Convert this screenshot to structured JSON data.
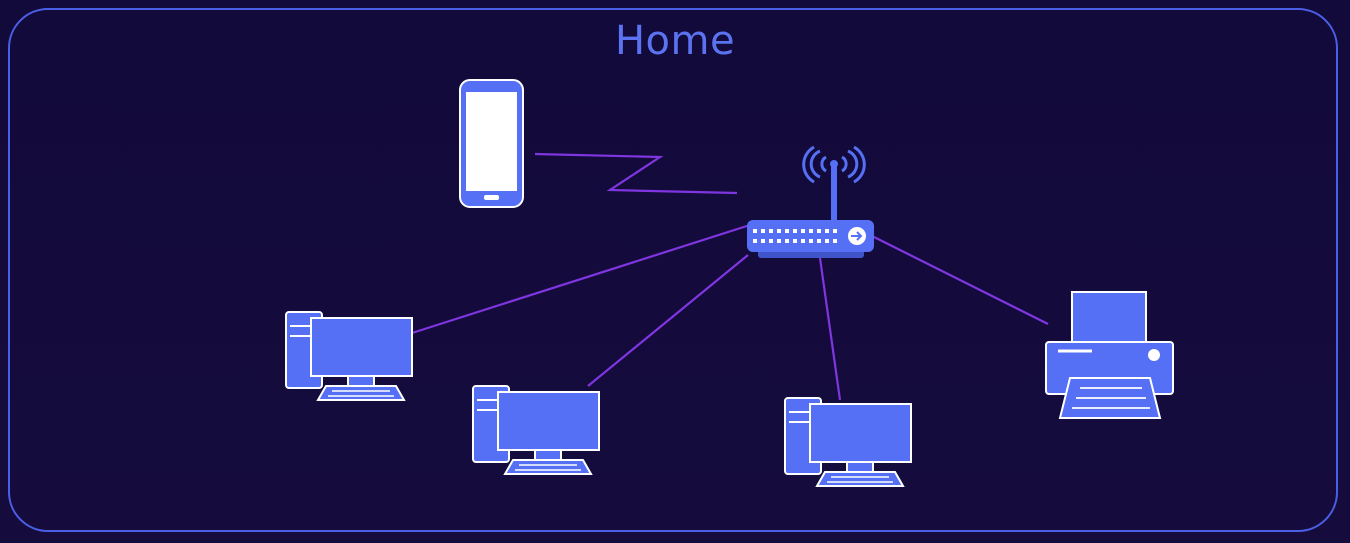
{
  "diagram": {
    "title": "Home",
    "colors": {
      "background": "#120a3a",
      "frame": "#4a5fe6",
      "title": "#5b73f0",
      "device_fill": "#5570f5",
      "device_outline": "#ffffff",
      "link": "#7f35e0"
    },
    "nodes": [
      {
        "id": "smartphone",
        "icon": "smartphone-icon"
      },
      {
        "id": "router",
        "icon": "wifi-router-icon"
      },
      {
        "id": "desktop-1",
        "icon": "desktop-computer-icon"
      },
      {
        "id": "desktop-2",
        "icon": "desktop-computer-icon"
      },
      {
        "id": "desktop-3",
        "icon": "desktop-computer-icon"
      },
      {
        "id": "printer",
        "icon": "printer-icon"
      }
    ],
    "links": [
      {
        "from": "smartphone",
        "to": "router",
        "kind": "wireless"
      },
      {
        "from": "desktop-1",
        "to": "router",
        "kind": "wired"
      },
      {
        "from": "desktop-2",
        "to": "router",
        "kind": "wired"
      },
      {
        "from": "desktop-3",
        "to": "router",
        "kind": "wired"
      },
      {
        "from": "printer",
        "to": "router",
        "kind": "wired"
      }
    ]
  }
}
